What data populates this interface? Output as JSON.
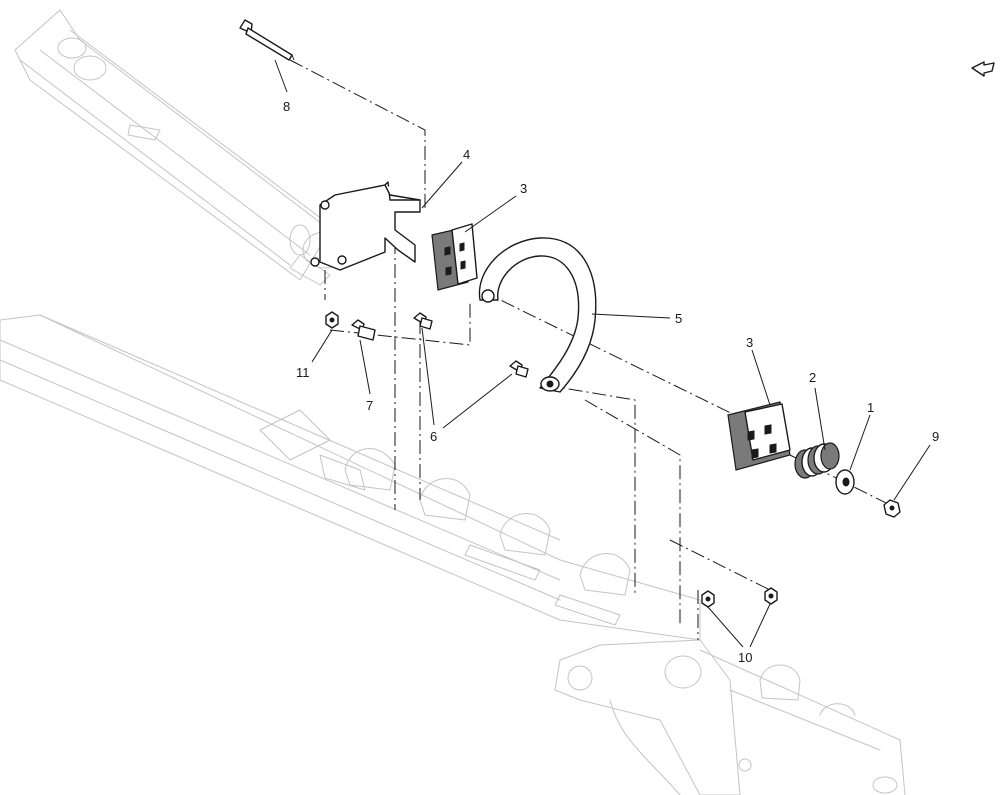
{
  "callouts": {
    "c1": "1",
    "c2": "2",
    "c3a": "3",
    "c3b": "3",
    "c4": "4",
    "c5": "5",
    "c6": "6",
    "c7": "7",
    "c8": "8",
    "c9": "9",
    "c10": "10",
    "c11": "11"
  },
  "icons": {
    "corner": "arrow-pointer-icon"
  },
  "colors": {
    "line": "#1a1a1a",
    "ghost": "#c4c4c4",
    "background": "#ffffff"
  }
}
